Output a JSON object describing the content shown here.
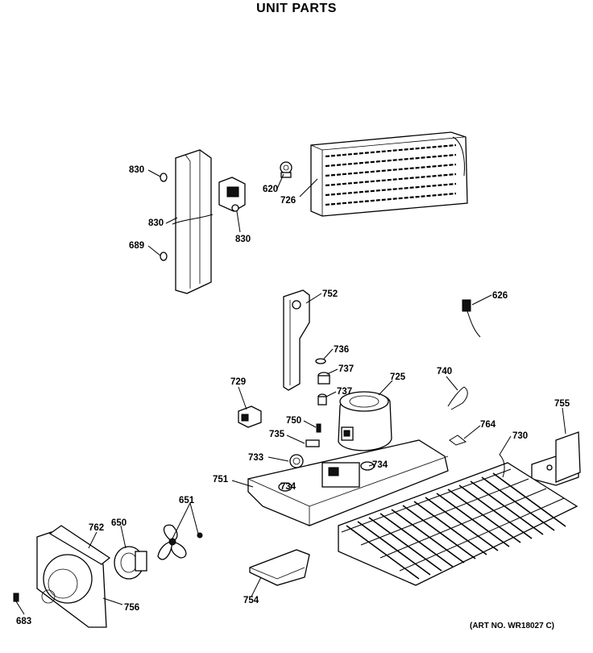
{
  "title": "UNIT PARTS",
  "art_number": "(ART NO. WR18027 C)",
  "callouts": {
    "c830a": "830",
    "c830b": "830",
    "c830c": "830",
    "c689": "689",
    "c620": "620",
    "c726": "726",
    "c752": "752",
    "c626": "626",
    "c736": "736",
    "c737a": "737",
    "c737b": "737",
    "c729": "729",
    "c725": "725",
    "c740": "740",
    "c755": "755",
    "c750": "750",
    "c735": "735",
    "c764": "764",
    "c730": "730",
    "c733": "733",
    "c734a": "734",
    "c734b": "734",
    "c751": "751",
    "c651": "651",
    "c762": "762",
    "c650": "650",
    "c754": "754",
    "c756": "756",
    "c683": "683"
  }
}
